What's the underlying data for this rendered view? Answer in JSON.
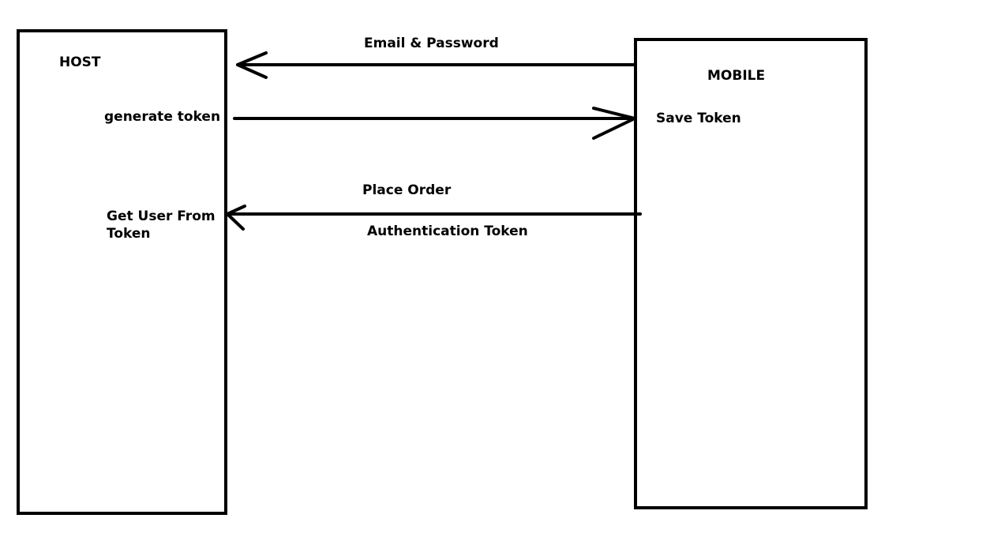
{
  "diagram": {
    "host": {
      "title": "HOST",
      "step_generate": "generate token",
      "step_get_user": "Get User From Token"
    },
    "mobile": {
      "title": "MOBILE",
      "step_save": "Save Token"
    },
    "messages": {
      "email_password": "Email & Password",
      "place_order": "Place Order",
      "auth_token": "Authentication Token"
    },
    "colors": {
      "stroke": "#000000",
      "background": "#ffffff"
    }
  }
}
